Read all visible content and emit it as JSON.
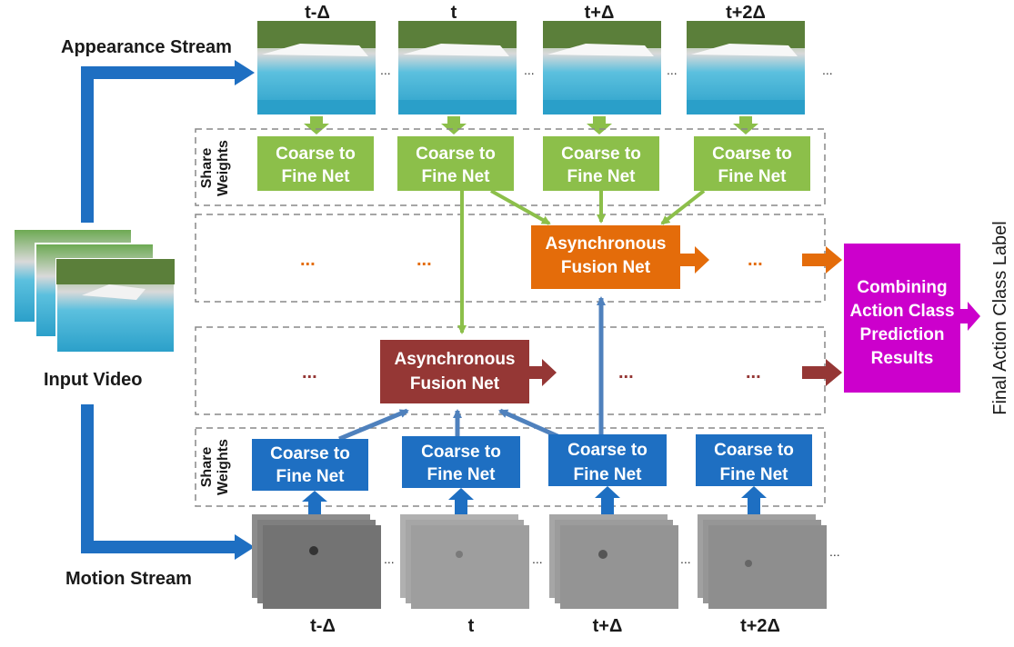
{
  "streams": {
    "appearance": "Appearance Stream",
    "motion": "Motion Stream",
    "input": "Input Video"
  },
  "share_weights": [
    "Share",
    "Weights"
  ],
  "time_labels_top": [
    "t-Δ",
    "t",
    "t+Δ",
    "t+2Δ"
  ],
  "time_labels_bottom": [
    "t-Δ",
    "t",
    "t+Δ",
    "t+2Δ"
  ],
  "net": [
    "Coarse to",
    "Fine Net"
  ],
  "fusion": [
    "Asynchronous",
    "Fusion Net"
  ],
  "combine": [
    "Combining",
    "Action Class",
    "Prediction",
    "Results"
  ],
  "final_label": "Final Action Class Label",
  "ellipsis": "...",
  "colors": {
    "blue": "#1e6fc2",
    "green": "#8cbf4a",
    "orange": "#e46c0a",
    "darkred": "#953735",
    "magenta": "#cc00cc",
    "steelblue": "#4f81bd",
    "grey": "#888888"
  }
}
